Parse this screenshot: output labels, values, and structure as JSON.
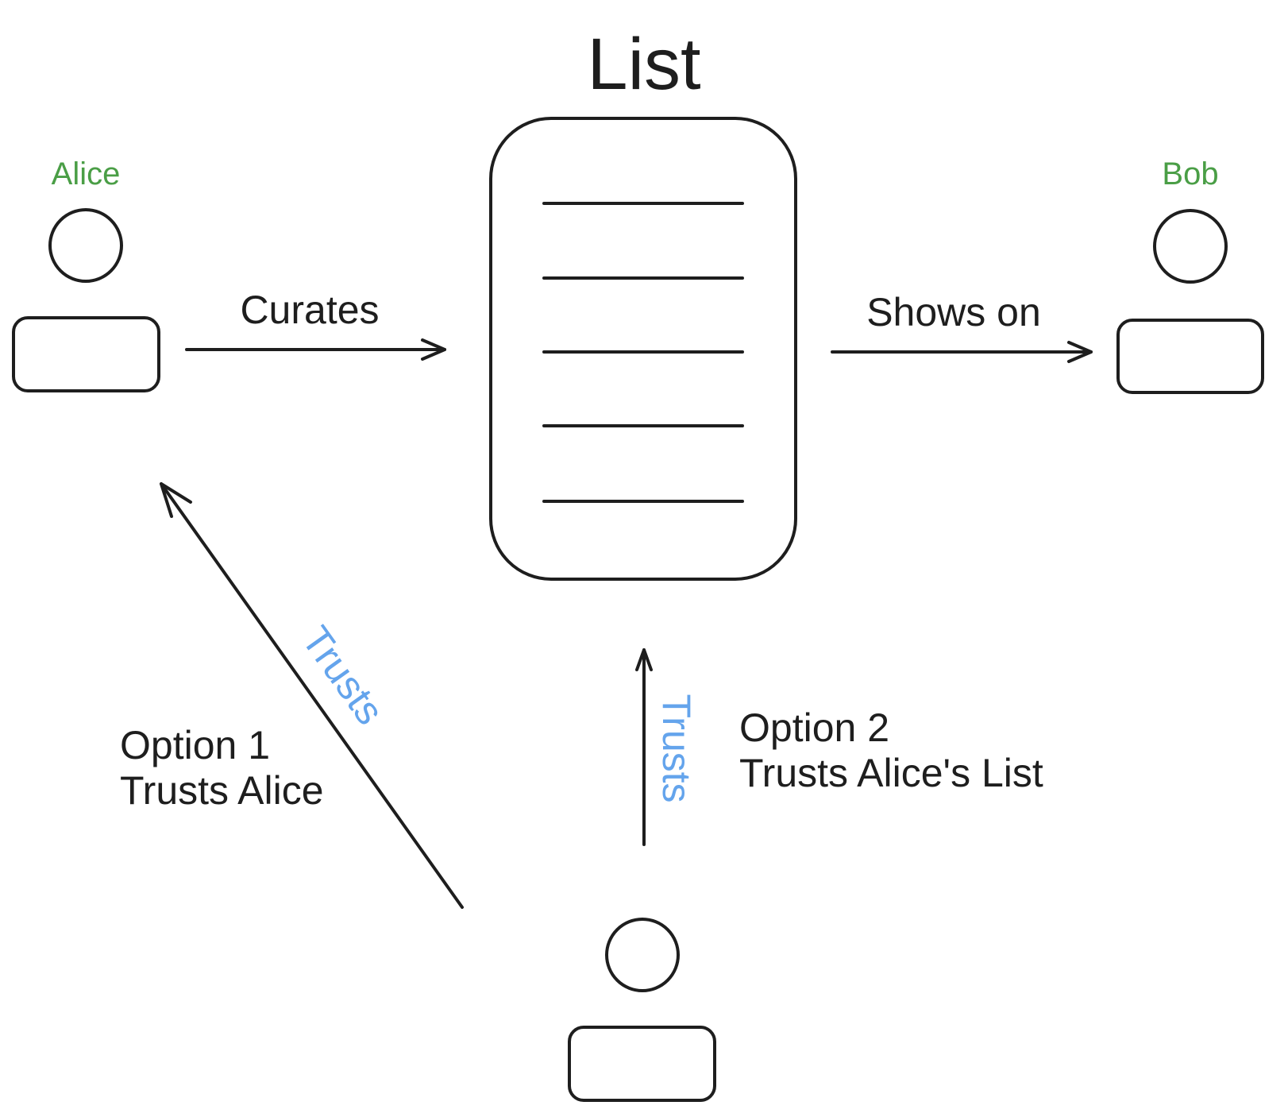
{
  "title": "List",
  "actors": {
    "alice": {
      "name": "Alice"
    },
    "bob": {
      "name": "Bob"
    }
  },
  "edges": {
    "curates": "Curates",
    "shows_on": "Shows on",
    "trusts_option_1": "Trusts",
    "trusts_option_2": "Trusts"
  },
  "options": {
    "option_1": {
      "heading": "Option 1",
      "detail": "Trusts Alice"
    },
    "option_2": {
      "heading": "Option 2",
      "detail": "Trusts Alice's List"
    }
  },
  "list": {
    "line_count": 5
  },
  "colors": {
    "stroke": "#1e1e1e",
    "actor_name": "#4a9e46",
    "trust_label": "#64a4ec",
    "background": "#ffffff"
  }
}
